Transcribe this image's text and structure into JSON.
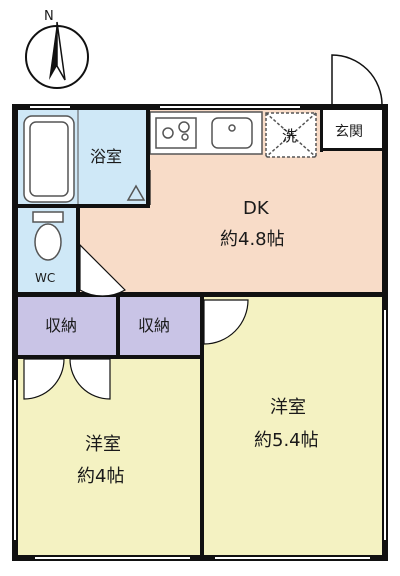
{
  "compass": {
    "north_label": "N"
  },
  "rooms": {
    "bath": "浴室",
    "dk_name": "DK",
    "dk_size": "約4.8帖",
    "wc": "WC",
    "laundry": "洗",
    "entrance": "玄関",
    "storage_left": "収納",
    "storage_right": "収納",
    "western_left_name": "洋室",
    "western_left_size": "約4帖",
    "western_right_name": "洋室",
    "western_right_size": "約5.4帖"
  },
  "colors": {
    "wall": "#111111",
    "bath_fill": "#cfe8f7",
    "dk_fill": "#f8dcc8",
    "storage_fill": "#c9c4e6",
    "western_fill": "#f4f2c2",
    "fixture_stroke": "#555555"
  }
}
